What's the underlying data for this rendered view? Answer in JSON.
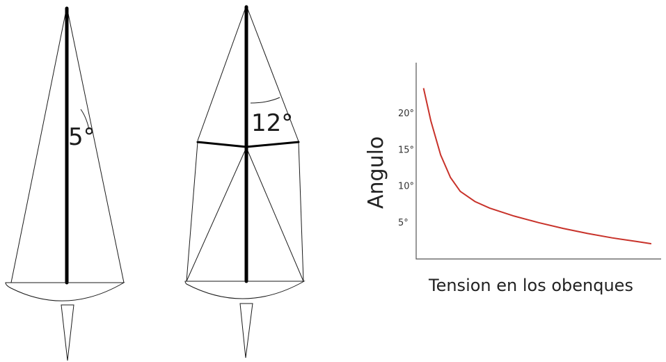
{
  "rig_left": {
    "angle_label": "5°"
  },
  "rig_right": {
    "angle_label": "12°"
  },
  "chart_data": {
    "type": "line",
    "title": "",
    "xlabel": "Tension en los obenques",
    "ylabel": "Angulo",
    "y_ticks": [
      "5°",
      "10°",
      "15°",
      "20°"
    ],
    "x_ticks": [],
    "ylim": [
      0,
      27
    ],
    "xlim": [
      0,
      10
    ],
    "series": [
      {
        "color": "#c8322a",
        "x": [
          0.3,
          0.6,
          1.0,
          1.4,
          1.8,
          2.4,
          3.0,
          4.0,
          5.0,
          6.0,
          7.0,
          8.0,
          9.0,
          9.6
        ],
        "y": [
          23.5,
          19.0,
          14.3,
          11.2,
          9.3,
          7.9,
          7.0,
          5.9,
          5.0,
          4.2,
          3.5,
          2.9,
          2.4,
          2.1
        ]
      }
    ]
  }
}
